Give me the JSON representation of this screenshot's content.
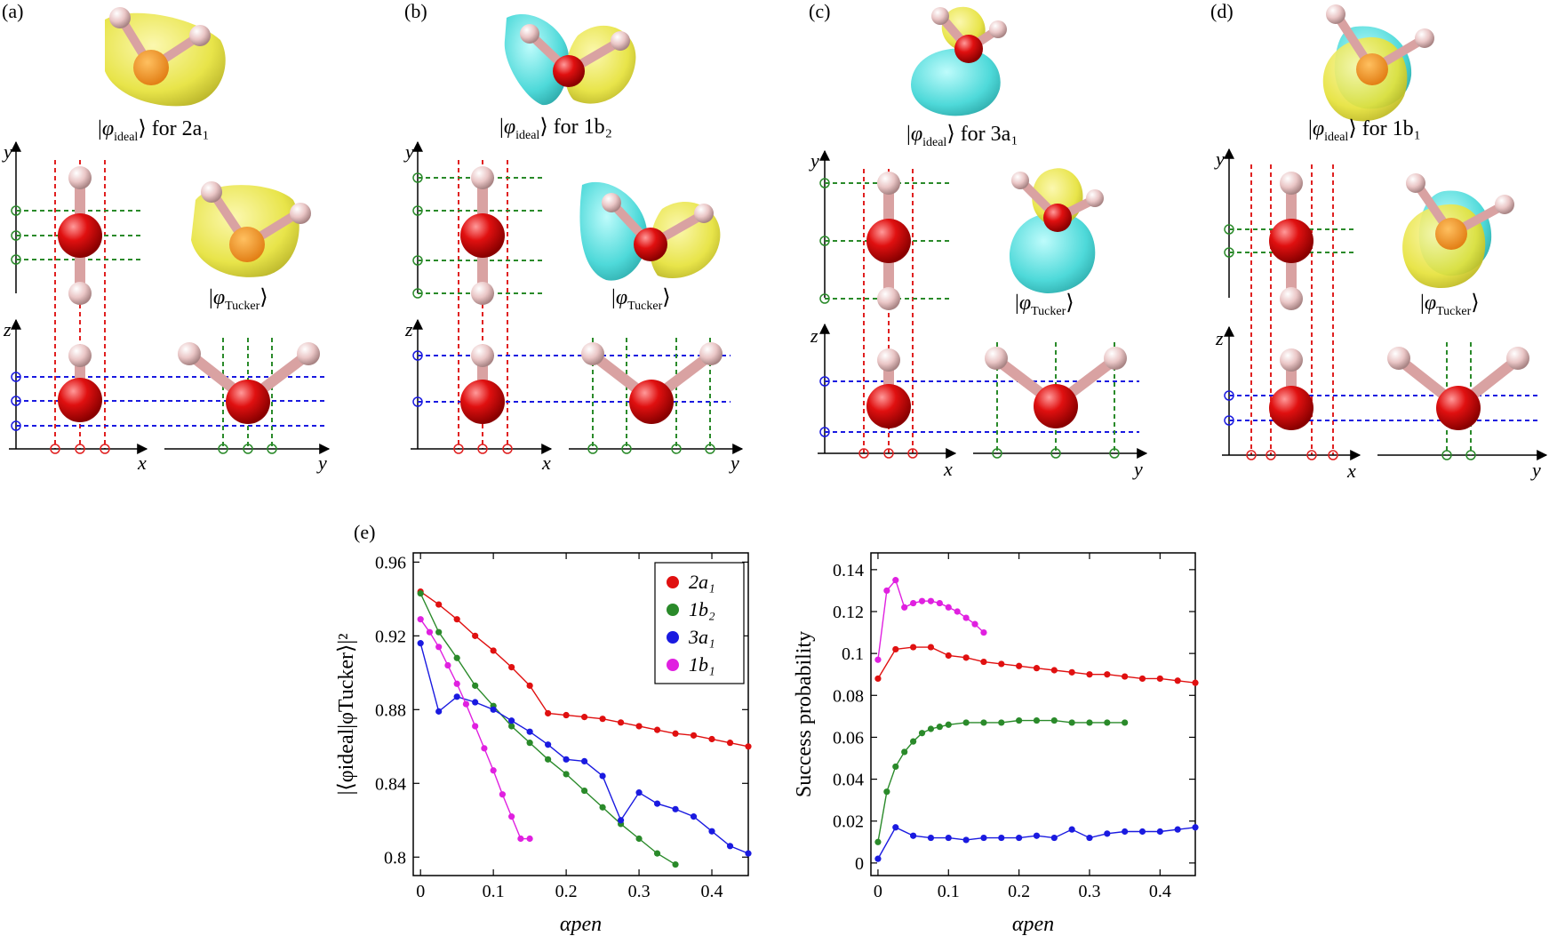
{
  "panels": [
    {
      "label": "(a)",
      "ideal_caption": "for 2a₁",
      "tucker_caption": "|φTucker⟩",
      "orbital": "2a1"
    },
    {
      "label": "(b)",
      "ideal_caption": "for 1b₂",
      "tucker_caption": "|φTucker⟩",
      "orbital": "1b2"
    },
    {
      "label": "(c)",
      "ideal_caption": "for 3a₁",
      "tucker_caption": "|φTucker⟩",
      "orbital": "3a1"
    },
    {
      "label": "(d)",
      "ideal_caption": "for 1b₁",
      "tucker_caption": "|φTucker⟩",
      "orbital": "1b1"
    }
  ],
  "axis_names": {
    "x": "x",
    "y": "y",
    "z": "z"
  },
  "panel_e_label": "(e)",
  "colors": {
    "oxygen": "#e01010",
    "hydrogen": "#eac6c6",
    "lobe_yellow": "#e6e23a",
    "lobe_cyan": "#3fd6d6",
    "grid_red": "#e02020",
    "grid_green": "#2a8a2a",
    "grid_blue": "#1a1ae0"
  },
  "chart_data": [
    {
      "type": "line",
      "xlabel": "αpen",
      "ylabel": "|⟨φideal|φTucker⟩|²",
      "xlim": [
        -0.01,
        0.45
      ],
      "ylim": [
        0.79,
        0.965
      ],
      "xticks": [
        0,
        0.1,
        0.2,
        0.3,
        0.4
      ],
      "xtick_labels": [
        "0",
        "0.1",
        "0.2",
        "0.3",
        "0.4"
      ],
      "yticks": [
        0.8,
        0.84,
        0.88,
        0.92,
        0.96
      ],
      "ytick_labels": [
        "0.8",
        "0.84",
        "0.88",
        "0.92",
        "0.96"
      ],
      "legend_position": "top-right",
      "series": [
        {
          "name": "2a₁",
          "color": "#e01010",
          "x": [
            0,
            0.025,
            0.05,
            0.075,
            0.1,
            0.125,
            0.15,
            0.175,
            0.2,
            0.225,
            0.25,
            0.275,
            0.3,
            0.325,
            0.35,
            0.375,
            0.4,
            0.425,
            0.45
          ],
          "y": [
            0.944,
            0.937,
            0.929,
            0.92,
            0.912,
            0.903,
            0.893,
            0.878,
            0.877,
            0.876,
            0.875,
            0.873,
            0.871,
            0.869,
            0.867,
            0.866,
            0.864,
            0.862,
            0.86
          ]
        },
        {
          "name": "1b₂",
          "color": "#2a8a2a",
          "x": [
            0,
            0.025,
            0.05,
            0.075,
            0.1,
            0.125,
            0.15,
            0.175,
            0.2,
            0.225,
            0.25,
            0.275,
            0.3,
            0.325,
            0.35
          ],
          "y": [
            0.943,
            0.922,
            0.908,
            0.893,
            0.882,
            0.871,
            0.862,
            0.853,
            0.845,
            0.836,
            0.827,
            0.818,
            0.81,
            0.802,
            0.796
          ]
        },
        {
          "name": "3a₁",
          "color": "#1a1ae0",
          "x": [
            0,
            0.025,
            0.05,
            0.075,
            0.1,
            0.125,
            0.15,
            0.175,
            0.2,
            0.225,
            0.25,
            0.275,
            0.3,
            0.325,
            0.35,
            0.375,
            0.4,
            0.425,
            0.45
          ],
          "y": [
            0.916,
            0.879,
            0.887,
            0.884,
            0.88,
            0.874,
            0.868,
            0.861,
            0.853,
            0.852,
            0.844,
            0.82,
            0.835,
            0.829,
            0.826,
            0.822,
            0.814,
            0.806,
            0.802
          ]
        },
        {
          "name": "1b₁",
          "color": "#e020e0",
          "x": [
            0,
            0.0125,
            0.025,
            0.0375,
            0.05,
            0.0625,
            0.075,
            0.0875,
            0.1,
            0.1125,
            0.125,
            0.1375,
            0.15
          ],
          "y": [
            0.929,
            0.922,
            0.914,
            0.904,
            0.894,
            0.883,
            0.871,
            0.859,
            0.847,
            0.834,
            0.822,
            0.81,
            0.81
          ]
        }
      ]
    },
    {
      "type": "line",
      "xlabel": "αpen",
      "ylabel": "Success probability",
      "xlim": [
        -0.01,
        0.45
      ],
      "ylim": [
        -0.006,
        0.148
      ],
      "xticks": [
        0,
        0.1,
        0.2,
        0.3,
        0.4
      ],
      "xtick_labels": [
        "0",
        "0.1",
        "0.2",
        "0.3",
        "0.4"
      ],
      "yticks": [
        0,
        0.02,
        0.04,
        0.06,
        0.08,
        0.1,
        0.12,
        0.14
      ],
      "ytick_labels": [
        "0",
        "0.02",
        "0.04",
        "0.06",
        "0.08",
        "0.1",
        "0.12",
        "0.14"
      ],
      "series": [
        {
          "color": "#e01010",
          "x": [
            0,
            0.025,
            0.05,
            0.075,
            0.1,
            0.125,
            0.15,
            0.175,
            0.2,
            0.225,
            0.25,
            0.275,
            0.3,
            0.325,
            0.35,
            0.375,
            0.4,
            0.425,
            0.45
          ],
          "y": [
            0.088,
            0.102,
            0.103,
            0.103,
            0.099,
            0.098,
            0.096,
            0.095,
            0.094,
            0.093,
            0.092,
            0.091,
            0.09,
            0.09,
            0.089,
            0.088,
            0.088,
            0.087,
            0.086
          ]
        },
        {
          "color": "#2a8a2a",
          "x": [
            0,
            0.0125,
            0.025,
            0.0375,
            0.05,
            0.0625,
            0.075,
            0.0875,
            0.1,
            0.125,
            0.15,
            0.175,
            0.2,
            0.225,
            0.25,
            0.275,
            0.3,
            0.325,
            0.35
          ],
          "y": [
            0.01,
            0.034,
            0.046,
            0.053,
            0.058,
            0.062,
            0.064,
            0.065,
            0.066,
            0.067,
            0.067,
            0.067,
            0.068,
            0.068,
            0.068,
            0.067,
            0.067,
            0.067,
            0.067
          ]
        },
        {
          "color": "#1a1ae0",
          "x": [
            0,
            0.025,
            0.05,
            0.075,
            0.1,
            0.125,
            0.15,
            0.175,
            0.2,
            0.225,
            0.25,
            0.275,
            0.3,
            0.325,
            0.35,
            0.375,
            0.4,
            0.425,
            0.45
          ],
          "y": [
            0.002,
            0.017,
            0.013,
            0.012,
            0.012,
            0.011,
            0.012,
            0.012,
            0.012,
            0.013,
            0.012,
            0.016,
            0.012,
            0.014,
            0.015,
            0.015,
            0.015,
            0.016,
            0.017
          ]
        },
        {
          "color": "#e020e0",
          "x": [
            0,
            0.0125,
            0.025,
            0.0375,
            0.05,
            0.0625,
            0.075,
            0.0875,
            0.1,
            0.1125,
            0.125,
            0.1375,
            0.15
          ],
          "y": [
            0.097,
            0.13,
            0.135,
            0.122,
            0.124,
            0.125,
            0.125,
            0.124,
            0.122,
            0.12,
            0.117,
            0.114,
            0.11
          ]
        }
      ]
    }
  ]
}
